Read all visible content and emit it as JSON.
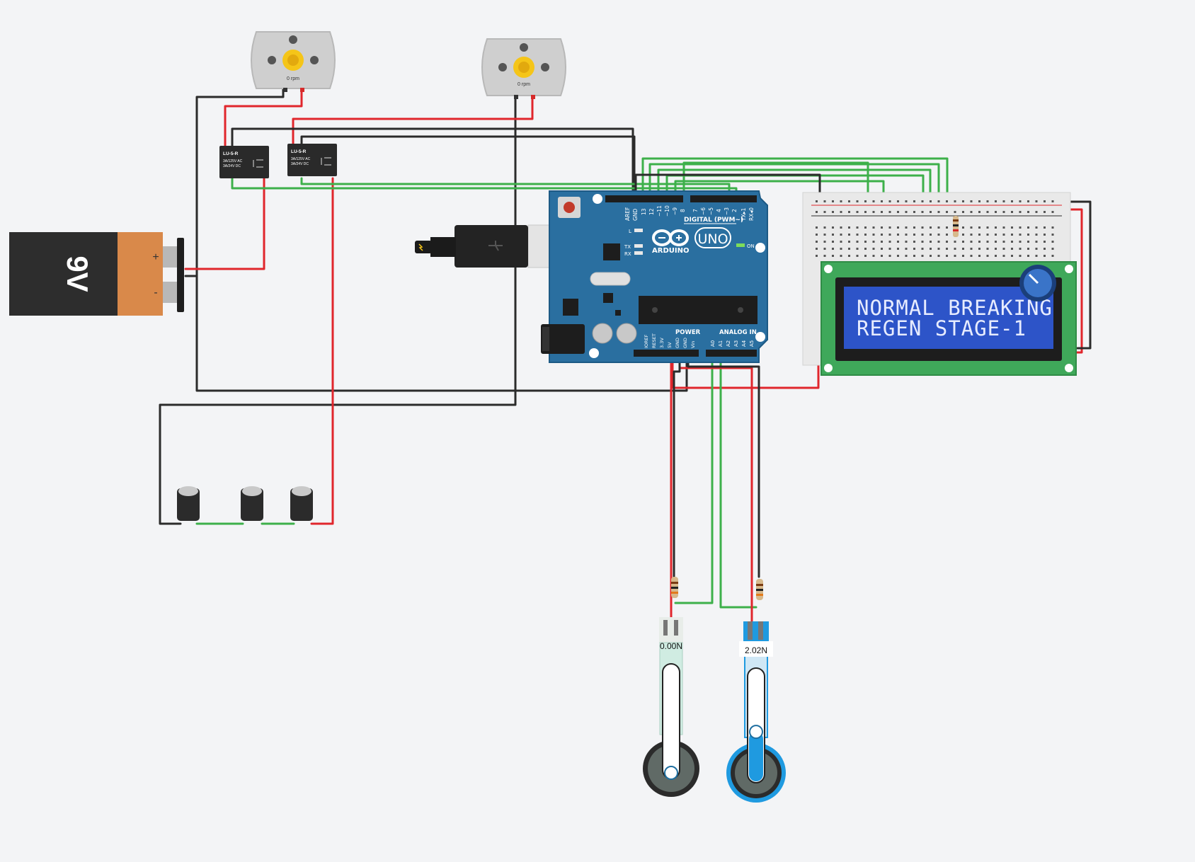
{
  "colors": {
    "background": "#f3f4f6",
    "wire_black": "#2b2b2b",
    "wire_red": "#e0262c",
    "wire_green": "#3db04a",
    "arduino_board": "#2a6fa0",
    "lcd_pcb": "#3fa85a",
    "lcd_screen": "#2d54c8",
    "battery_copper": "#d9894a",
    "force_sensor_active": "#1f9ae0"
  },
  "motors": [
    {
      "rpm_label": "0 rpm"
    },
    {
      "rpm_label": "0 rpm"
    }
  ],
  "relays": [
    {
      "model": "LU-5-R",
      "rating_ac": "3A/125V AC",
      "rating_dc": "3A/24V  DC"
    },
    {
      "model": "LU-5-R",
      "rating_ac": "3A/125V AC",
      "rating_dc": "3A/24V  DC"
    }
  ],
  "battery": {
    "label": "9V",
    "plus": "+",
    "minus": "-"
  },
  "arduino": {
    "brand": "ARDUINO",
    "model": "UNO",
    "on_label": "ON",
    "digital_header": "DIGITAL (PWM~)",
    "power_header": "POWER",
    "analog_header": "ANALOG IN",
    "led_l": "L",
    "led_tx": "TX",
    "led_rx": "RX",
    "top_pins": [
      "AREF",
      "GND",
      "13",
      "12",
      "~11",
      "~10",
      "~9",
      "8",
      "7",
      "~6",
      "~5",
      "4",
      "~3",
      "2",
      "TX▸1",
      "RX◂0"
    ],
    "power_pins": [
      "IOREF",
      "RESET",
      "3.3V",
      "5V",
      "GND",
      "GND",
      "Vin"
    ],
    "analog_pins": [
      "A0",
      "A1",
      "A2",
      "A3",
      "A4",
      "A5"
    ]
  },
  "lcd": {
    "line1": "NORMAL BREAKING",
    "line2": "REGEN STAGE-1"
  },
  "force_sensors": [
    {
      "reading": "0.00N",
      "level": 0.0
    },
    {
      "reading": "2.02N",
      "level": 0.45
    }
  ]
}
